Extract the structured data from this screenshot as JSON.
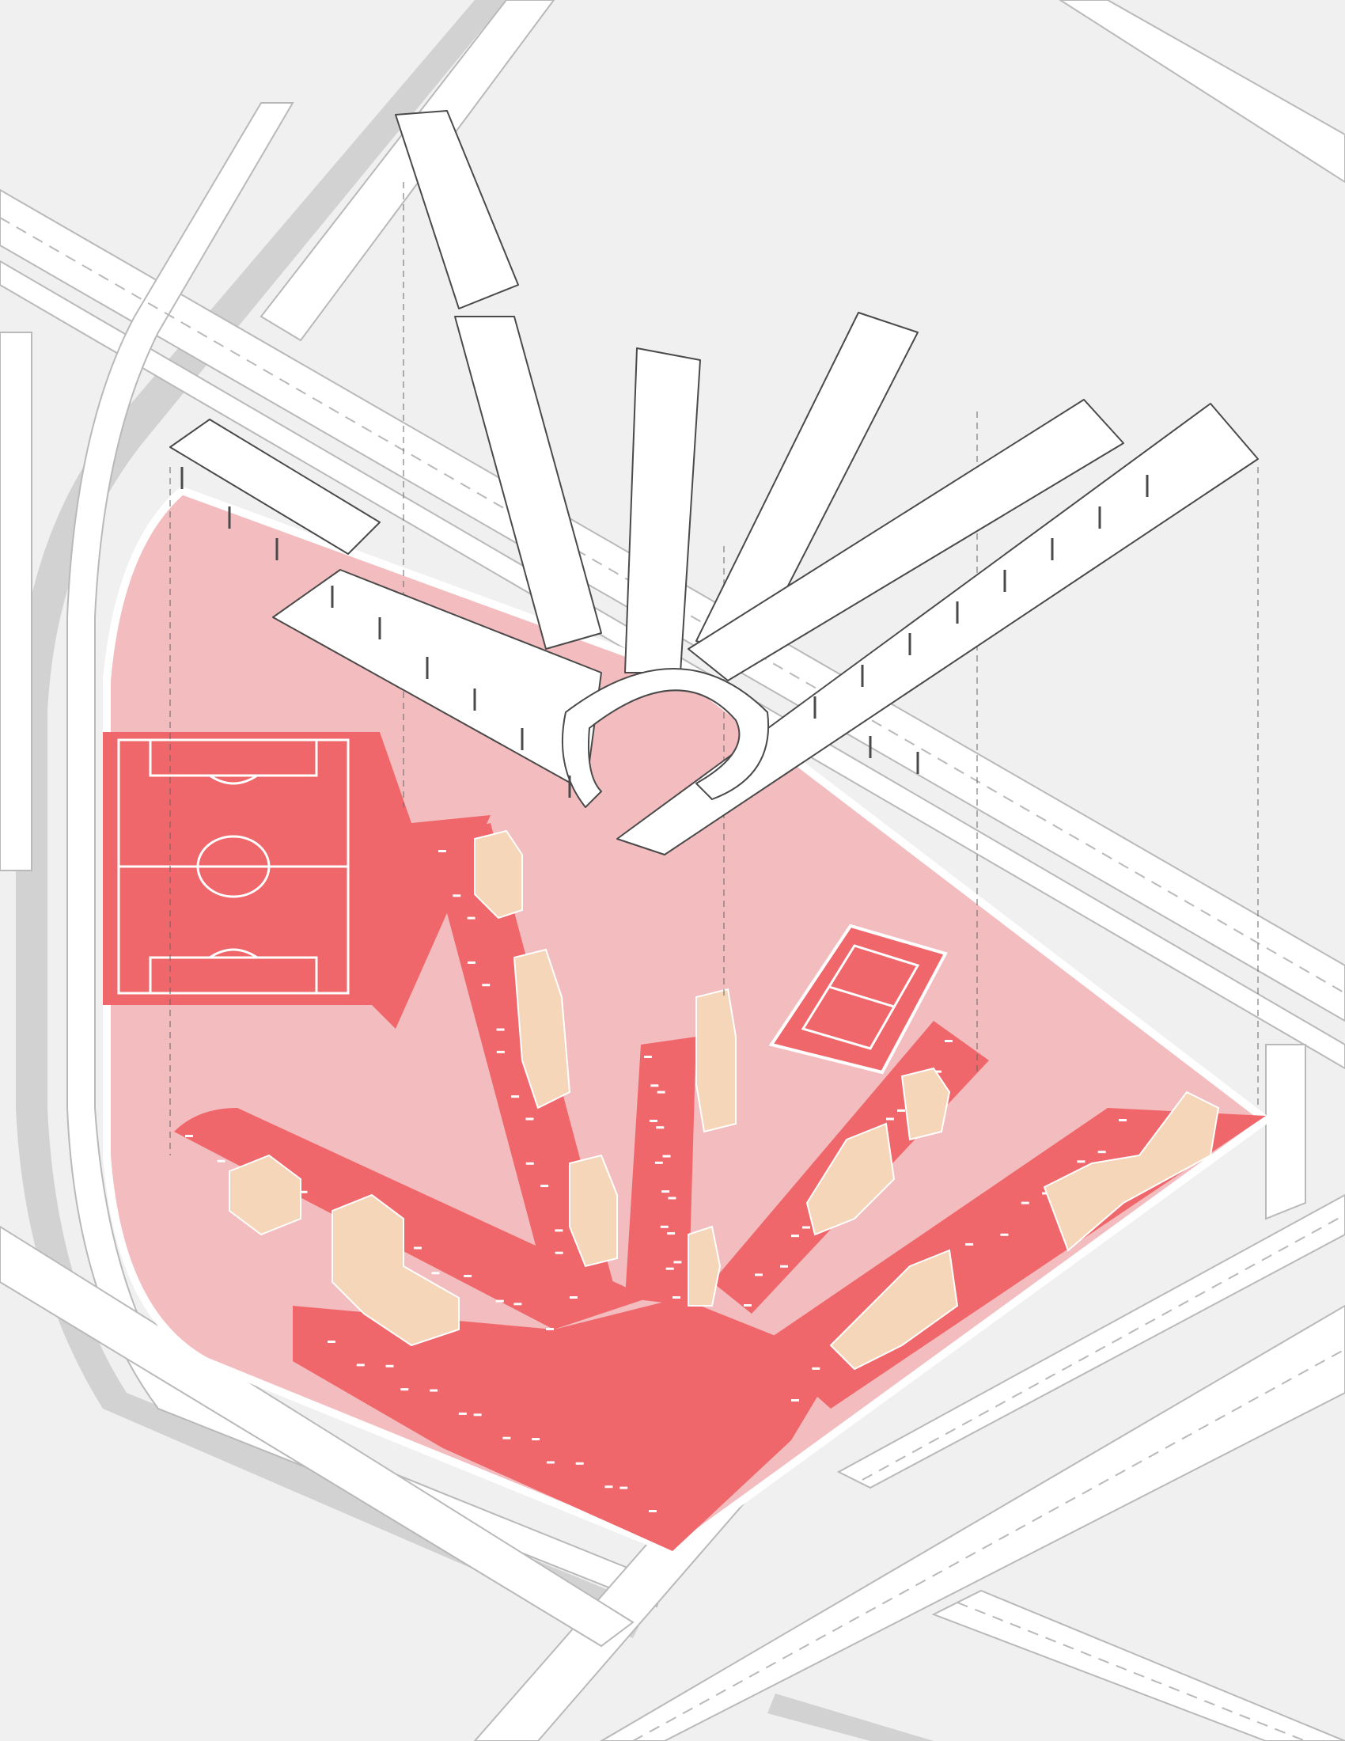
{
  "diagram": {
    "kind": "axonometric-site-plan",
    "colors": {
      "background": "#f0f0f0",
      "road_fill": "#ffffff",
      "road_edge": "#b9b9b9",
      "rail": "#d2d2d2",
      "site_pink": "#f3bcbf",
      "plaza_red": "#ef676a",
      "sports_field": "#ef676a",
      "building_tan": "#f5d6b8",
      "canopy_fill": "#ffffff",
      "canopy_stroke": "#4a4a4a",
      "dashed": "#ffffff"
    },
    "elements": [
      "surrounding-roads",
      "rail-corridor",
      "site-area",
      "football-pitch",
      "volleyball-court",
      "radial-market-streets",
      "market-buildings",
      "radial-canopy-roof",
      "canopy-columns",
      "projection-lines"
    ],
    "canopy_arms": 8
  }
}
